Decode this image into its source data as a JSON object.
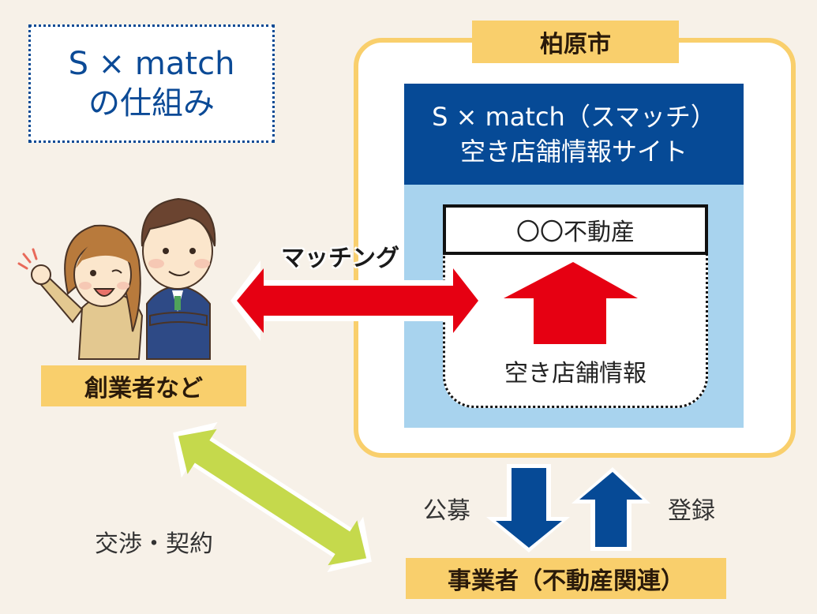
{
  "title": {
    "line1": "S × match",
    "line2": "の仕組み"
  },
  "city": {
    "label": "柏原市"
  },
  "site": {
    "title_line1": "S × match（スマッチ）",
    "title_line2": "空き店舗情報サイト"
  },
  "listing": {
    "company": "〇〇不動産",
    "info": "空き店舗情報"
  },
  "founders": {
    "label": "創業者など"
  },
  "business": {
    "label": "事業者（不動産関連）"
  },
  "flows": {
    "matching": "マッチング",
    "negotiation": "交渉・契約",
    "recruit": "公募",
    "register": "登録"
  },
  "colors": {
    "background": "#f7f1e8",
    "accent_yellow": "#f9cf6c",
    "navy": "#064a96",
    "light_blue": "#a8d3ee",
    "red_arrow": "#e60012",
    "green_arrow": "#c5d94c"
  }
}
